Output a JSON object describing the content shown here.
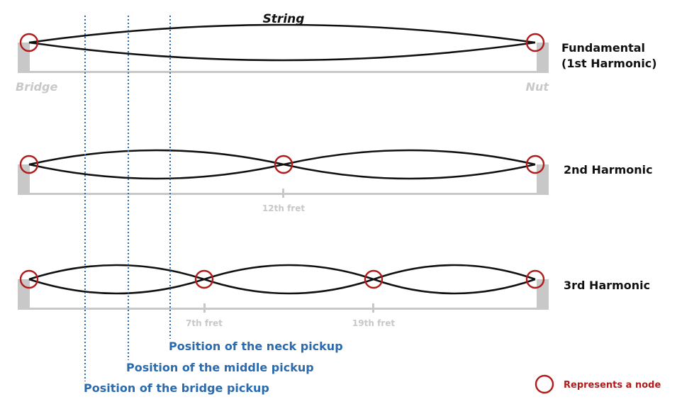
{
  "title": "String",
  "ends": {
    "bridge": "Bridge",
    "nut": "Nut"
  },
  "harmonics": [
    {
      "label_lines": [
        "Fundamental",
        "(1st Harmonic)"
      ],
      "frets": []
    },
    {
      "label_lines": [
        "2nd Harmonic"
      ],
      "frets": [
        "12th fret"
      ]
    },
    {
      "label_lines": [
        "3rd Harmonic"
      ],
      "frets": [
        "7th fret",
        "19th fret"
      ]
    }
  ],
  "pickups": [
    {
      "name": "neck",
      "label": "Position of the neck pickup"
    },
    {
      "name": "middle",
      "label": "Position of the middle pickup"
    },
    {
      "name": "bridge",
      "label": "Position of the bridge pickup"
    }
  ],
  "legend": {
    "label": "Represents a node"
  },
  "colors": {
    "string": "#111111",
    "node": "#b01c1c",
    "board": "#c8c8c8",
    "pickup": "#2a6aad",
    "muted_text": "#c8c8c8"
  }
}
